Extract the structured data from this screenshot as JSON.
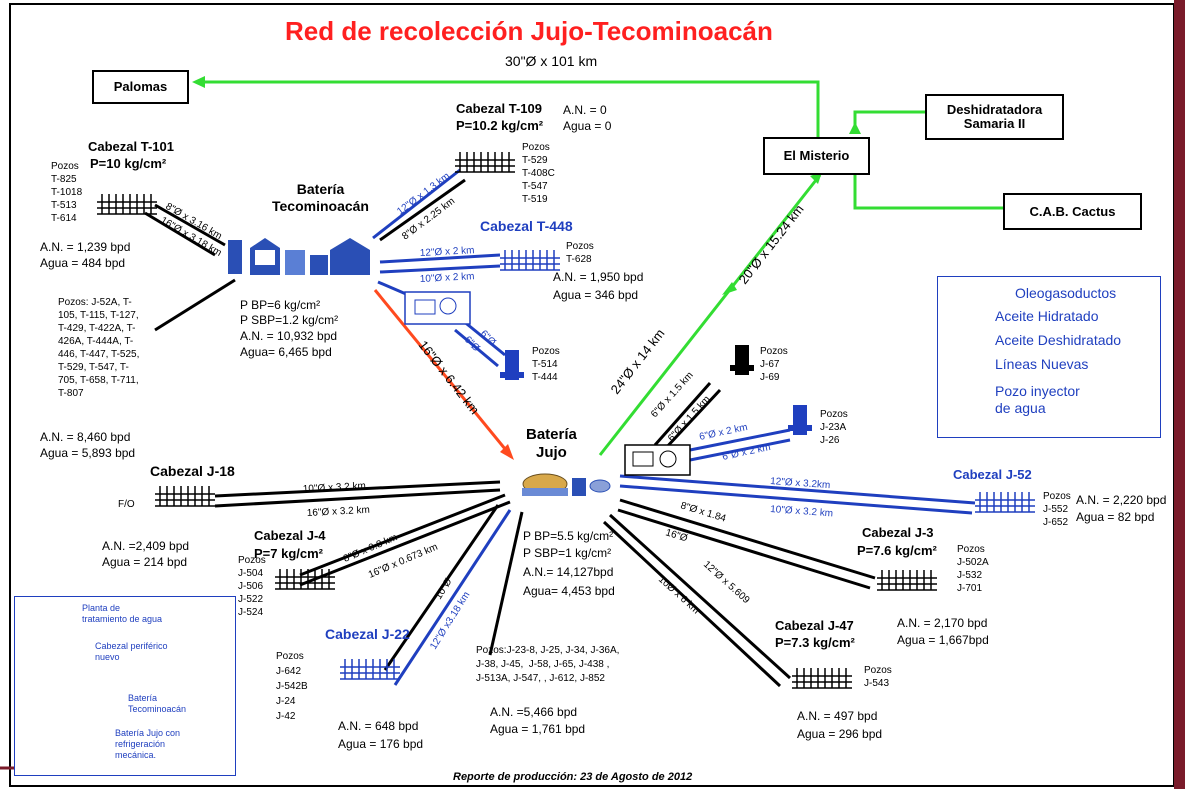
{
  "title": "Red de recolección Jujo-Tecominoacán",
  "footer": "Reporte de producción:  23 de Agosto de 2012",
  "nodes": {
    "palomas": "Palomas",
    "el_misterio": "El Misterio",
    "deshidratadora": "Deshidratadora\nSamaria II",
    "cab_cactus": "C.A.B. Cactus",
    "bateria_teco_label": "Batería\nTecominoacán",
    "bateria_jujo_label": "Batería\nJujo"
  },
  "pipes": {
    "palomas_line": "30\"Ø x 101 km",
    "misterio_teco": "20\"Ø x 15.24 km",
    "jujo_misterio": "24\"Ø x 14 km",
    "teco_jujo": "16\"Ø x 6.42 km",
    "t101_a": "8\"Ø x 3.16 km",
    "t101_b": "16\"Ø x 3.18 km",
    "t109_a": "12\"Ø x 1.3 km",
    "t109_b": "8\"Ø x 2.25 km",
    "t448_a": "12\"Ø x 2 km",
    "t448_b": "10\"Ø x 2 km",
    "plant_a": "6\"Ø",
    "plant_b": "6\"Ø",
    "j18_a": "10\"Ø x 3.2 km",
    "j18_b": "16\"Ø x 3.2 km",
    "j4_a": "8\"Ø x 0.8 km",
    "j4_b": "16\"Ø x 0.673 km",
    "j22_a": "10\"Ø",
    "j22_b": "12\"Ø x3.18 km",
    "j52_a": "12\"Ø x 3.2km",
    "j52_b": "10\"Ø x 3.2 km",
    "j3_a": "8\"Ø x 1.84",
    "j3_b": "16\"Ø",
    "j47_a": "12\"Ø x 5.609",
    "j47_b": "10Ø x 6 km",
    "inj_a": "6\"Ø x 1.5 km",
    "inj_b": "6\"Ø x 1.5 km",
    "inj_c": "6\"Ø x 2 km",
    "inj_d": "6\"Ø x 2 km"
  },
  "cabezales": {
    "t101": {
      "name": "Cabezal T-101",
      "pressure": "P=10 kg/cm²",
      "pozos": "Pozos\nT-825\nT-1018\nT-513\nT-614",
      "an": "A.N. = 1,239  bpd",
      "agua": "Agua = 484  bpd"
    },
    "t109": {
      "name": "Cabezal T-109",
      "pressure": "P=10.2 kg/cm²",
      "an": "A.N. = 0",
      "agua": "Agua = 0",
      "pozos": "Pozos\nT-529\nT-408C\nT-547\nT-519"
    },
    "t448": {
      "name": "Cabezal T-448",
      "pozos": "Pozos\nT-628",
      "an": "A.N. = 1,950  bpd",
      "agua": "Agua =  346  bpd"
    },
    "teco_misc": {
      "pozos": "Pozos: J-52A, T-\n105, T-115, T-127,\nT-429, T-422A, T-\n426A, T-444A, T-\n446, T-447, T-525,\nT-529, T-547, T-\n705, T-658, T-711,\nT-807",
      "an": "A.N. = 8,460  bpd",
      "agua": "Agua =  5,893  bpd"
    },
    "teco_battery": {
      "pbp": "P BP=6 kg/cm²",
      "psbp": "P SBP=1.2 kg/cm²",
      "an": "A.N. = 10,932 bpd",
      "agua": "Agua= 6,465 bpd"
    },
    "t514": {
      "pozos": "Pozos\nT-514\nT-444"
    },
    "j18": {
      "name": "Cabezal J-18",
      "fo": "F/O",
      "an": "A.N. =2,409  bpd",
      "agua": "Agua = 214  bpd"
    },
    "j4": {
      "name": "Cabezal J-4",
      "pressure": "P=7 kg/cm²",
      "pozos": "Pozos\nJ-504\nJ-506\nJ-522\nJ-524"
    },
    "j22": {
      "name": "Cabezal J-22",
      "pozos": "Pozos\nJ-642\nJ-542B\nJ-24\nJ-42",
      "an": "A.N. = 648  bpd",
      "agua": "Agua =  176 bpd"
    },
    "jujo_battery": {
      "pbp": "P BP=5.5 kg/cm²",
      "psbp": "P SBP=1 kg/cm²",
      "an": "A.N.= 14,127bpd",
      "agua": "Agua= 4,453 bpd"
    },
    "jujo_misc": {
      "pozos": "Pozos:J-23-8, J-25, J-34, J-36A,\nJ-38, J-45,  J-58, J-65, J-438 ,\nJ-513A, J-547, , J-612, J-852",
      "an": "A.N. =5,466  bpd",
      "agua": "Agua = 1,761  bpd"
    },
    "j52": {
      "name": "Cabezal J-52",
      "pozos": "Pozos\nJ-552\nJ-652",
      "an": "A.N. = 2,220  bpd",
      "agua": "Agua =  82 bpd"
    },
    "j3": {
      "name": "Cabezal J-3",
      "pressure": "P=7.6 kg/cm²",
      "pozos": "Pozos\nJ-502A\nJ-532\nJ-701",
      "an": "A.N. = 2,170  bpd",
      "agua": "Agua = 1,667bpd"
    },
    "j47": {
      "name": "Cabezal J-47",
      "pressure": "P=7.3 kg/cm²",
      "pozos": "Pozos\nJ-543",
      "an": "A.N. =  497 bpd",
      "agua": "Agua =  296 bpd"
    },
    "j67": {
      "pozos": "Pozos\nJ-67\nJ-69"
    },
    "j23": {
      "pozos": "Pozos\nJ-23A\nJ-26"
    }
  },
  "legend": {
    "items": [
      {
        "label": "Oleogasoductos",
        "color": "#000000"
      },
      {
        "label": "Aceite Hidratado",
        "color": "#ff6a1f"
      },
      {
        "label": "Aceite Deshidratado",
        "color": "#33dd33"
      },
      {
        "label": "Líneas Nuevas",
        "color": "#1f3fbf"
      }
    ],
    "injector": "Pozo inyector\nde agua"
  },
  "symbol_legend": {
    "plant": "Planta de\ntratamiento de agua",
    "cabezal": "Cabezal periférico\nnuevo",
    "bateria_teco": "Batería\nTecominoacán",
    "bateria_jujo": "Batería Jujo con\nrefrigeración\nmecánica."
  },
  "colors": {
    "title": "#ff2020",
    "new_lines": "#1f3fbf",
    "dehydrated": "#33dd33",
    "hydrated": "#ff6a1f",
    "frame": "#7a1b2a"
  }
}
